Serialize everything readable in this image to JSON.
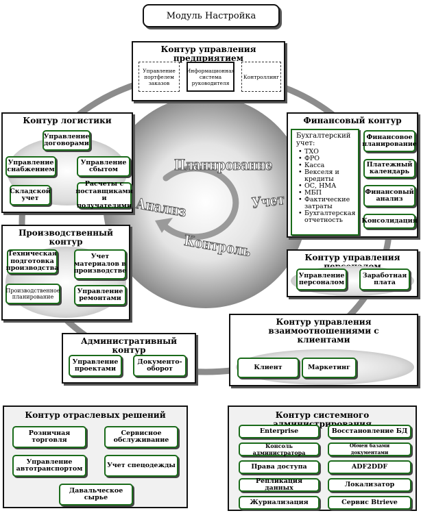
{
  "module_title": "Модуль Настройка",
  "center": {
    "planning": "Планирование",
    "analysis": "Анализ",
    "accounting": "Учет",
    "control": "Контроль"
  },
  "enterprise": {
    "title": "Контур управления предприятием",
    "items": [
      "Управление портфелем заказов",
      "Информационная система руководителя",
      "Контроллинг"
    ]
  },
  "logistics": {
    "title": "Контур логистики",
    "items": [
      "Управление договорами",
      "Управление снабжением",
      "Управление сбытом",
      "Складской учет",
      "Расчеты с поставщиками и получателями"
    ]
  },
  "finance": {
    "title": "Финансовый контур",
    "accounting_title": "Бухгалтерский учет:",
    "accounting_items": [
      "ТХО",
      "ФРО",
      "Касса",
      "Векселя и кредиты",
      "ОС, НМА",
      "МБП",
      "Фактические затраты",
      "Бухгалтерская отчетность"
    ],
    "items": [
      "Финансовое планирование",
      "Платежный календарь",
      "Финансовый анализ",
      "Консолидация"
    ]
  },
  "production": {
    "title": "Производственный контур",
    "items": [
      "Техническая подготовка производства",
      "Учет материалов в производстве",
      "Производственное планирование",
      "Управление ремонтами"
    ]
  },
  "personnel": {
    "title": "Контур управления персоналом",
    "items": [
      "Управление персоналом",
      "Заработная плата"
    ]
  },
  "crm": {
    "title": "Контур управления взаимоотношениями с клиентами",
    "items": [
      "Клиент",
      "Маркетинг"
    ]
  },
  "admin": {
    "title": "Административный контур",
    "items": [
      "Управление проектами",
      "Документо-оборот"
    ]
  },
  "industry": {
    "title": "Контур отраслевых решений",
    "items": [
      "Розничная торговля",
      "Сервисное обслуживание",
      "Управление автотранспортом",
      "Учет спецодежды",
      "Давальческое сырье"
    ]
  },
  "sysadmin": {
    "title": "Контур системного администрирования",
    "items": [
      "Enterprise",
      "Восстановление БД",
      "Консоль администратора",
      "Обмен базами документами",
      "Права доступа",
      "ADF2DDF",
      "Репликация данных",
      "Локализатор",
      "Журнализация",
      "Сервис Btrieve"
    ]
  }
}
